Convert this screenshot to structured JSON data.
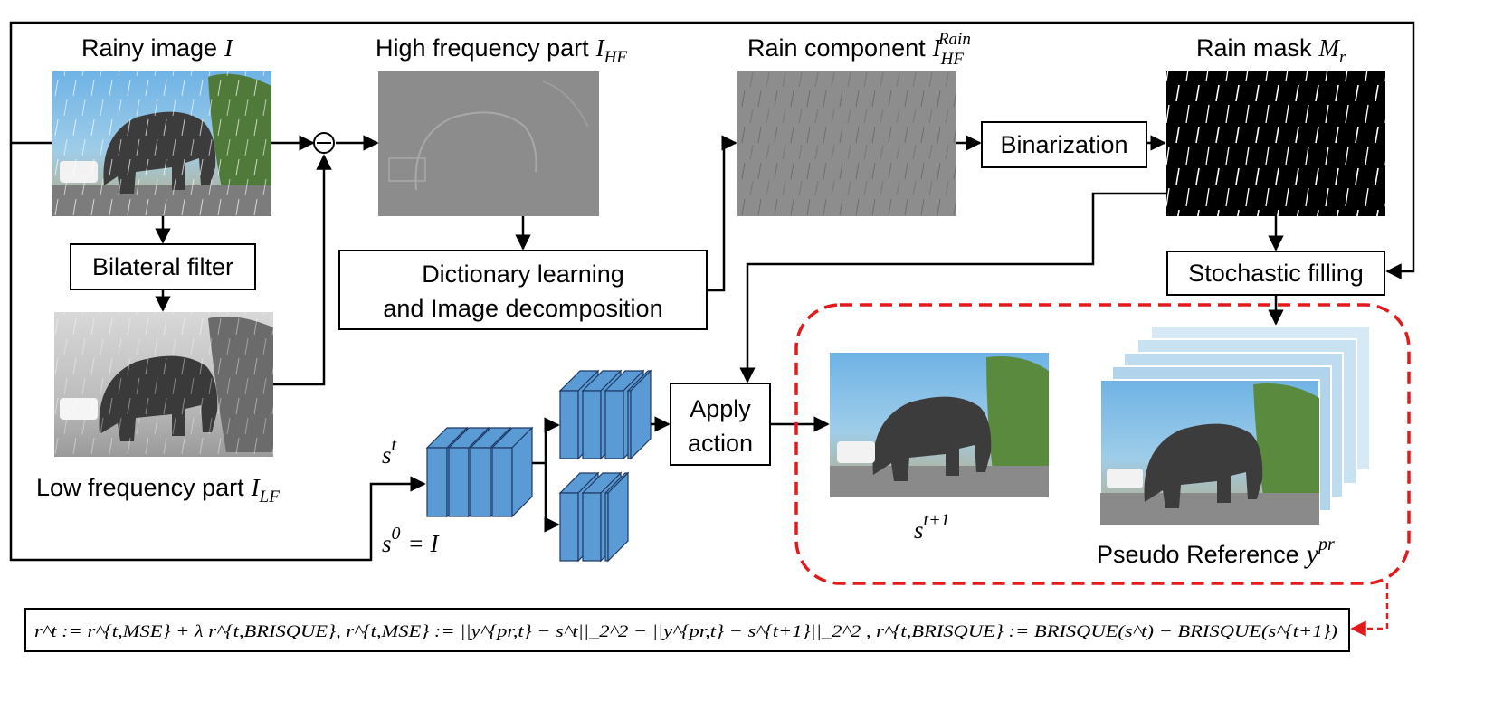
{
  "labels": {
    "rainy_image": "Rainy image",
    "rainy_image_sym": "I",
    "high_freq": "High frequency part",
    "high_freq_sym": "I",
    "high_freq_sub": "HF",
    "rain_component": "Rain component",
    "rain_component_sym": "I",
    "rain_component_sub": "HF",
    "rain_component_sup": "Rain",
    "rain_mask": "Rain mask",
    "rain_mask_sym": "M",
    "rain_mask_sub": "r",
    "low_freq": "Low frequency part",
    "low_freq_sym": "I",
    "low_freq_sub": "LF",
    "s_t": "s",
    "s_t_sup": "t",
    "s_0": "s",
    "s_0_sup": "0",
    "s_0_eq": "= I",
    "s_t1": "s",
    "s_t1_sup": "t+1",
    "pseudo_ref": "Pseudo Reference",
    "pseudo_ref_sym": "y",
    "pseudo_ref_sup": "pr"
  },
  "boxes": {
    "bilateral": "Bilateral filter",
    "dictionary_line1": "Dictionary learning",
    "dictionary_line2": "and Image decomposition",
    "binarization": "Binarization",
    "stochastic": "Stochastic filling",
    "apply_line1": "Apply",
    "apply_line2": "action"
  },
  "operator": "⊖",
  "formula": "r^t := r^{t,MSE} + λ r^{t,BRISQUE},  r^{t,MSE} := ||y^{pr,t} − s^t||_2^2 − ||y^{pr,t} − s^{t+1}||_2^2 ,  r^{t,BRISQUE} := BRISQUE(s^t) − BRISQUE(s^{t+1})",
  "colors": {
    "network_block": "#5b9bd5",
    "network_edge": "#1f3864",
    "dashed_red": "#e31a1c",
    "lambda_green": "#2e8b2e"
  }
}
